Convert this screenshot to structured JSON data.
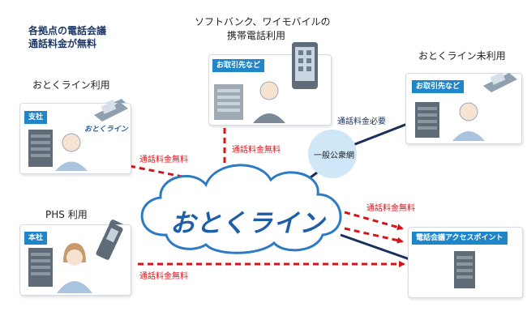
{
  "header": {
    "line1": "各拠点の電話会議",
    "line2": "通話料金が無料"
  },
  "groups": {
    "otoku_use": "おとくライン利用",
    "phs_use": "PHS 利用",
    "softbank_line1": "ソフトバンク、ワイモバイルの",
    "softbank_line2": "携帯電話利用",
    "otoku_unused": "おとくライン未利用"
  },
  "tags": {
    "branch": "支社",
    "head_office": "本社",
    "client_mobile": "お取引先など",
    "client_right": "お取引先など",
    "conference_ap": "電話会議アクセスポイント"
  },
  "brand": {
    "small_logo": "おとくライン",
    "cloud": "おとくライン"
  },
  "network": {
    "public": "一般公衆網"
  },
  "labels": {
    "free_branch": "通話料金無料",
    "free_mobile": "通話料金無料",
    "free_phs": "通話料金無料",
    "free_ap": "通話料金無料",
    "fee_required": "通話料金必要"
  },
  "colors": {
    "accent_blue": "#1f87c9",
    "free_red": "#d4141c",
    "navy": "#1a2f5a",
    "cloud_text": "#1d5ea8"
  }
}
